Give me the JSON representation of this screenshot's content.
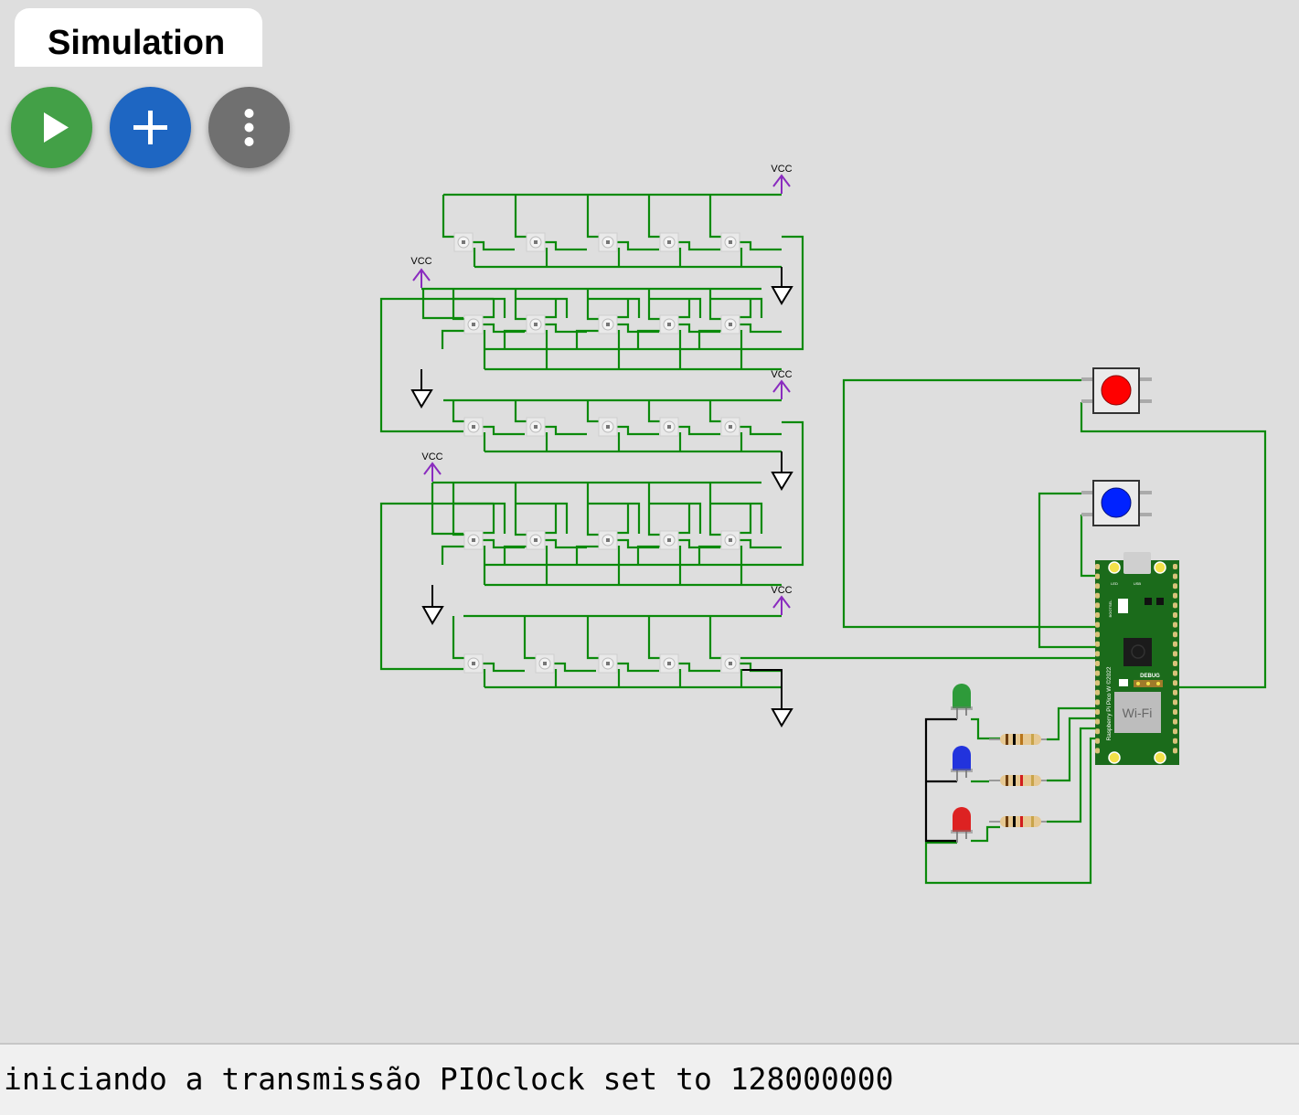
{
  "tab": {
    "title": "Simulation"
  },
  "toolbar": {
    "play": {
      "icon": "play-icon",
      "color": "#43a047"
    },
    "add": {
      "icon": "plus-icon",
      "color": "#1e66c2"
    },
    "more": {
      "icon": "more-vertical-icon",
      "color": "#707070"
    }
  },
  "circuit": {
    "power_labels": [
      "VCC",
      "VCC",
      "VCC",
      "VCC",
      "VCC"
    ],
    "board_label": "Raspberry Pi Pico W ©2022",
    "wifi_label": "Wi-Fi",
    "debug_label": "DEBUG",
    "led_label": "LED",
    "usb_label": "USB",
    "bootsel_label": "BOOTSEL",
    "buttons": [
      {
        "color": "#ff0000"
      },
      {
        "color": "#0022ff"
      }
    ],
    "leds": [
      {
        "color": "#2e9b3a"
      },
      {
        "color": "#2233dd"
      },
      {
        "color": "#dd2222"
      }
    ],
    "wire_color": "#0b8a0b",
    "power_color": "#8a2bbf",
    "ground_color": "#000000"
  },
  "console": {
    "output": "iniciando a transmissão PIOclock set to 128000000"
  }
}
